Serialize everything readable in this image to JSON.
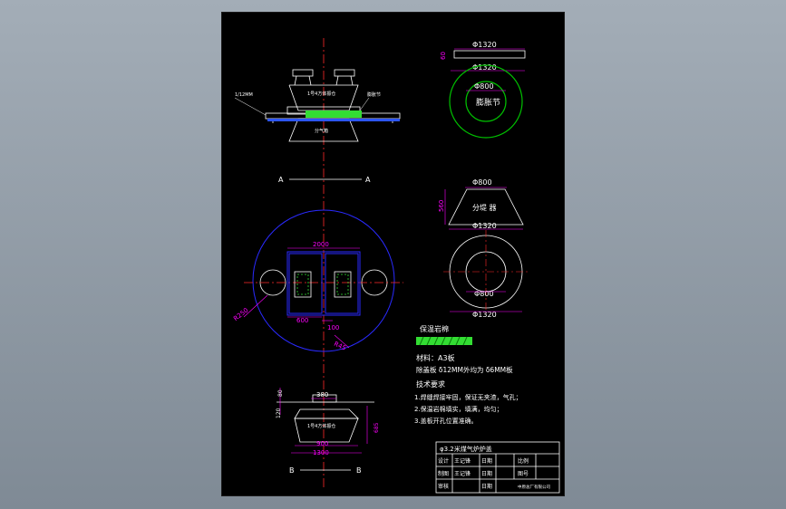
{
  "colors": {
    "paper": "#000000",
    "background": "#8f9aa5",
    "outline": "#ffffff",
    "dimension": "#ff00ff",
    "centerline": "#ff2a2a",
    "circle": "#2a2aff",
    "ring": "#00c000",
    "insulation": "#33dd33"
  },
  "top_view": {
    "left_label": "1/12MM",
    "center_label": "1号4方体振仓",
    "right_label": "膨胀节",
    "lower_label": "分气箱"
  },
  "section_a": {
    "left": "A",
    "right": "A"
  },
  "plan_view": {
    "dim_top": "2000",
    "dim_r": "R250",
    "dim_600": "600",
    "dim_100": "100",
    "dim_r45": "R45"
  },
  "section_b": {
    "dim_380": "380",
    "dim_80": "80",
    "dim_120": "120",
    "dim_685": "685",
    "inner_label": "1号4方体振仓",
    "dim_900": "900",
    "dim_1300": "1300",
    "left": "B",
    "right": "B"
  },
  "expansion_joint": {
    "dim_60": "60",
    "dim_top": "Φ1320",
    "dim_plan_top": "Φ1320",
    "dim_inner": "Φ800",
    "label": "膨胀节"
  },
  "distributor": {
    "dim_top": "Φ800",
    "dim_height": "560",
    "label": "分堤 器",
    "dim_bottom": "Φ1320",
    "dim_inner": "Φ800",
    "dim_outer": "Φ1320"
  },
  "notes": {
    "legend_title": "保温岩棉",
    "material": "材料：A3板",
    "plate": "除盖板 δ12MM外均为 δ6MM板",
    "tech_title": "技术要求",
    "req1": "1.焊缝焊接牢固，保证无夹渣，气孔；",
    "req2": "2.保温岩棉填实，填满，均匀；",
    "req3": "3.盖板开孔位置准确。"
  },
  "title_block": {
    "title": "φ3.2米煤气炉炉盖",
    "r1c1": "设计",
    "r1c2": "王记锋",
    "r1c3": "日期",
    "r1c5": "比例",
    "r2c1": "制图",
    "r2c2": "王记锋",
    "r2c3": "日期",
    "r2c5": "图号",
    "r3c1": "审核",
    "r3c3": "日期",
    "company": "中原总厂有限公司"
  }
}
